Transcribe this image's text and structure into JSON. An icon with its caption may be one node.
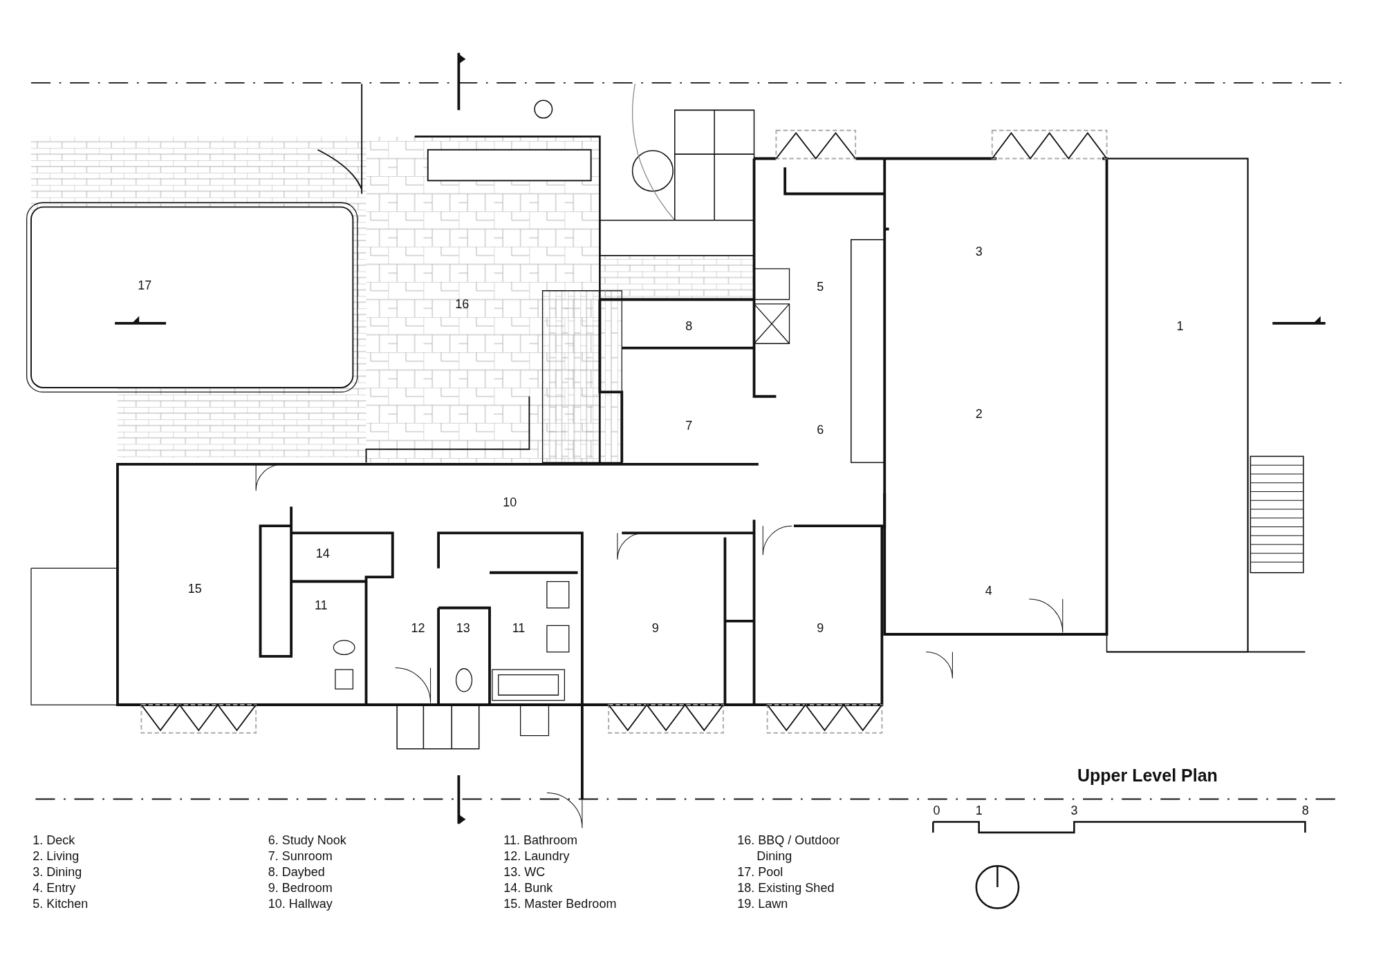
{
  "diagram": {
    "title": "Upper Level Plan",
    "labels": [
      "17",
      "16",
      "3",
      "5",
      "8",
      "1",
      "2",
      "7",
      "6",
      "10",
      "14",
      "15",
      "4",
      "11",
      "12",
      "13",
      "11",
      "9",
      "9",
      "0",
      "1",
      "3",
      "8",
      "1. Deck",
      "2. Living",
      "3. Dining",
      "4. Entry",
      "5. Kitchen",
      "6. Study Nook",
      "7. Sunroom",
      "8. Daybed",
      "9. Bedroom",
      "10. Hallway",
      "11. Bathroom",
      "12. Laundry",
      "13. WC",
      "14. Bunk",
      "15. Master Bedroom",
      "16. BBQ / Outdoor Dining",
      "17. Pool",
      "18. Existing Shed",
      "19. Lawn"
    ]
  }
}
